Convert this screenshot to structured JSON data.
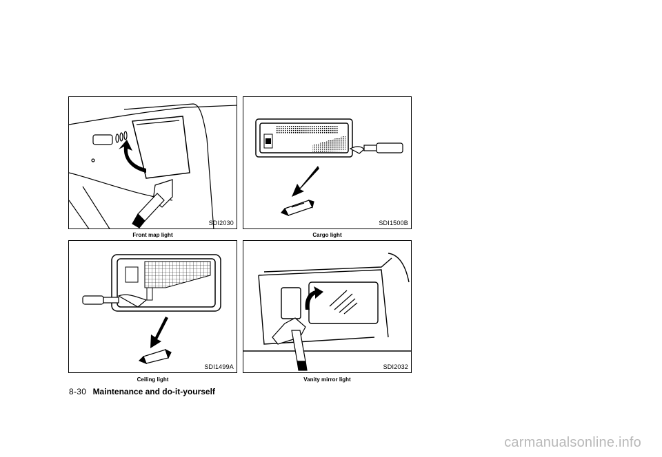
{
  "figures": [
    {
      "code": "SDI2030",
      "caption": "Front map light"
    },
    {
      "code": "SDI1500B",
      "caption": "Cargo light"
    },
    {
      "code": "SDI1499A",
      "caption": "Ceiling light"
    },
    {
      "code": "SDI2032",
      "caption": "Vanity mirror light"
    }
  ],
  "footer": {
    "page": "8-30",
    "section": "Maintenance and do-it-yourself"
  },
  "watermark": "carmanualsonline.info"
}
